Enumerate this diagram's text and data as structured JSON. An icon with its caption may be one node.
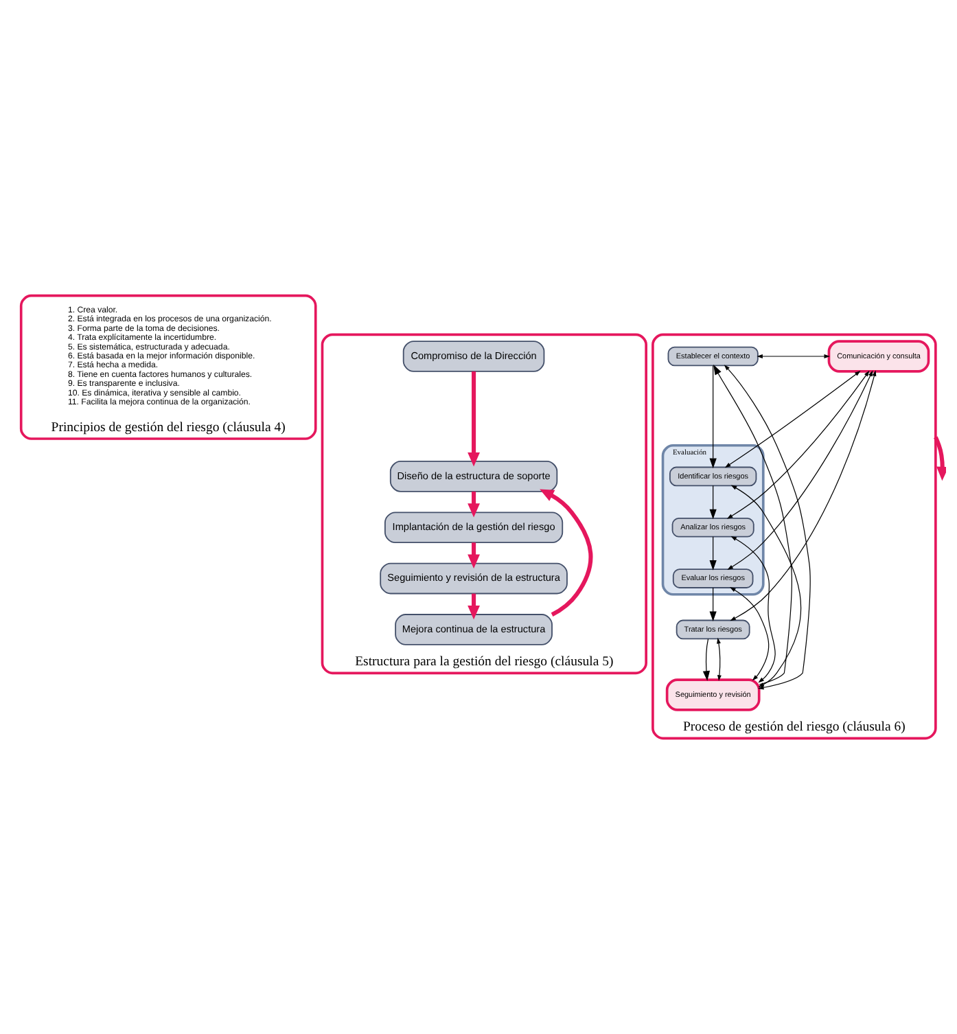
{
  "diagram": {
    "nodes": [
      {
        "text": [
          "Principios de gestión del riesgo (cláusula 4)"
        ]
      },
      {
        "text": [
          "1. Crea valor.",
          "2. Está integrada en los procesos de una organización.",
          "3. Forma parte de la toma de decisiones.",
          "4. Trata explícitamente la incertidumbre.",
          "5. Es sistemática, estructurada y adecuada.",
          "6. Está basada en la mejor información disponible.",
          "7. Está hecha a medida.",
          "8. Tiene en cuenta factores humanos y culturales.",
          "9. Es transparente e inclusiva.",
          "10. Es dinámica, iterativa y sensible al cambio.",
          "11. Facilita la mejora continua de la organización."
        ],
        "in": 0
      },
      {
        "text": [
          "Estructura para la gestión del riesgo (cláusula 5)"
        ]
      },
      {
        "text": [
          "Compromiso de la Dirección"
        ],
        "in": 2
      },
      {
        "text": [
          "Diseño de la estructura de soporte"
        ],
        "in": 2
      },
      {
        "text": [
          "Implantación de la gestión del riesgo"
        ],
        "in": 2
      },
      {
        "text": [
          "Seguimiento y revisión de la estructura"
        ],
        "in": 2
      },
      {
        "text": [
          "Mejora continua de la estructura"
        ],
        "in": 2
      },
      {
        "text": [
          "Proceso de gestión del riesgo (cláusula 6)"
        ]
      },
      {
        "text": [
          "Comunicación y consulta"
        ],
        "in": 8
      },
      {
        "text": [
          "Establecer el contexto"
        ],
        "in": 8
      },
      {
        "text": [
          "Evaluación"
        ],
        "in": 8
      },
      {
        "text": [
          "Identificar los riesgos"
        ],
        "in": 11
      },
      {
        "text": [
          "Analizar los riesgos"
        ],
        "in": 11
      },
      {
        "text": [
          "Evaluar los riesgos"
        ],
        "in": 11
      },
      {
        "text": [
          "Tratar los riesgos"
        ],
        "in": 8
      },
      {
        "text": [
          "Seguimiento y revisión"
        ],
        "in": 8
      }
    ],
    "edges": [
      {
        "from": 3,
        "to": 4,
        "arrow": "to",
        "style": "thick",
        "color": "#e5175d"
      },
      {
        "from": 4,
        "to": 5,
        "arrow": "to",
        "style": "thick",
        "color": "#e5175d"
      },
      {
        "from": 5,
        "to": 6,
        "arrow": "to",
        "style": "thick",
        "color": "#e5175d"
      },
      {
        "from": 6,
        "to": 7,
        "arrow": "to",
        "style": "thick",
        "color": "#e5175d"
      },
      {
        "from": 7,
        "to": 4,
        "arrow": "to",
        "style": "thick",
        "color": "#e5175d"
      },
      {
        "from": 10,
        "to": 12,
        "arrow": "to"
      },
      {
        "from": 12,
        "to": 13,
        "arrow": "to"
      },
      {
        "from": 13,
        "to": 14,
        "arrow": "to"
      },
      {
        "from": 14,
        "to": 15,
        "arrow": "to"
      },
      {
        "from": 15,
        "to": 16,
        "arrow": "to"
      },
      {
        "from": 16,
        "to": 10,
        "arrow": "to"
      },
      {
        "from": 9,
        "to": 10,
        "arrow": "both"
      },
      {
        "from": 9,
        "to": 12,
        "arrow": "both"
      },
      {
        "from": 9,
        "to": 13,
        "arrow": "both"
      },
      {
        "from": 9,
        "to": 14,
        "arrow": "both"
      },
      {
        "from": 9,
        "to": 15,
        "arrow": "both"
      },
      {
        "from": 16,
        "to": 10,
        "arrow": "both"
      },
      {
        "from": 16,
        "to": 12,
        "arrow": "both"
      },
      {
        "from": 16,
        "to": 13,
        "arrow": "both"
      },
      {
        "from": 16,
        "to": 14,
        "arrow": "both"
      },
      {
        "from": 16,
        "to": 15,
        "arrow": "both"
      },
      {
        "from": 8,
        "to": null,
        "arrow": "to",
        "style": "thick",
        "color": "#e5175d"
      }
    ]
  }
}
